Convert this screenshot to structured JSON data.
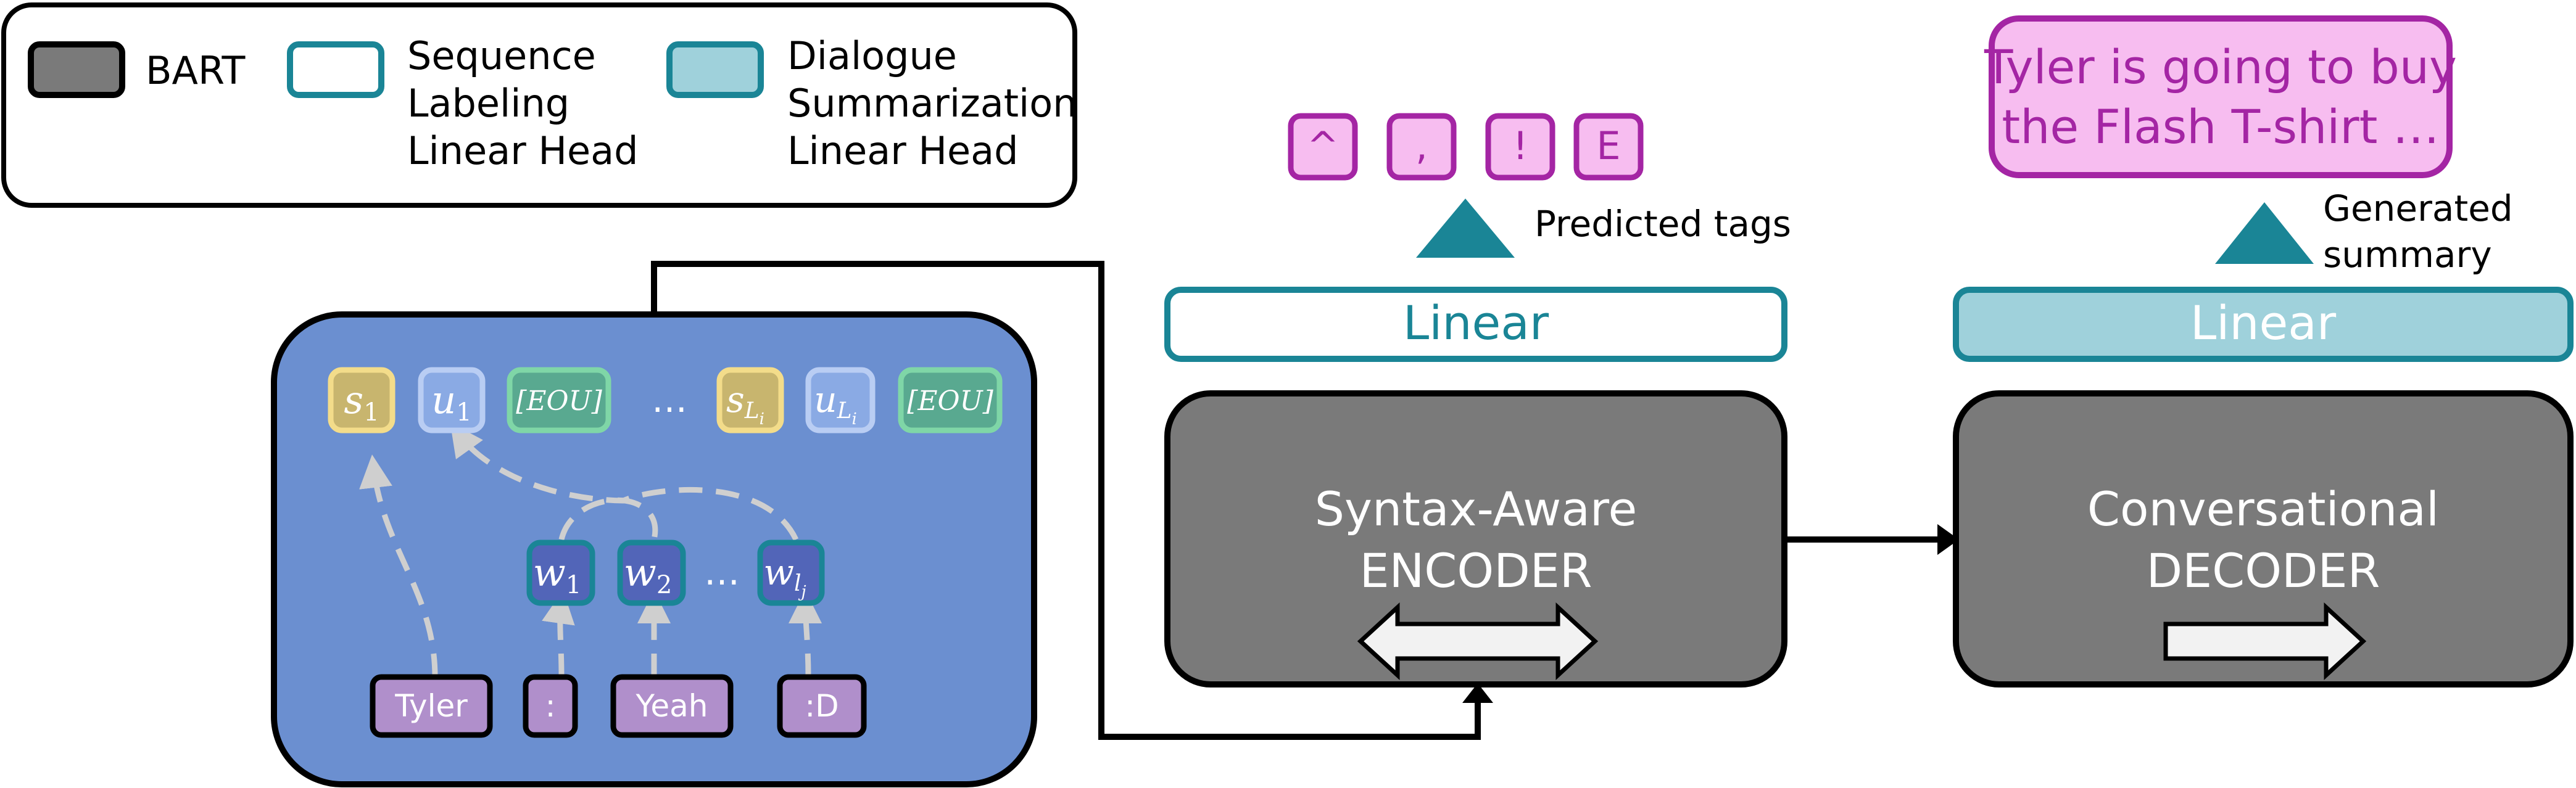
{
  "legend": {
    "bart": "BART",
    "seq_head": [
      "Sequence",
      "Labeling",
      "Linear Head"
    ],
    "sum_head": [
      "Dialogue",
      "Summarization",
      "Linear Head"
    ]
  },
  "input_panel": {
    "tokens_top": [
      {
        "id": "s1",
        "base": "s",
        "sub": "1",
        "type": "speaker"
      },
      {
        "id": "u1",
        "base": "u",
        "sub": "1",
        "type": "utterance"
      },
      {
        "id": "eou1",
        "text": "[EOU]",
        "type": "eou"
      },
      {
        "id": "sLi",
        "base": "s",
        "sub": "L",
        "subsub": "i",
        "type": "speaker"
      },
      {
        "id": "uLi",
        "base": "u",
        "sub": "L",
        "subsub": "i",
        "type": "utterance"
      },
      {
        "id": "eou2",
        "text": "[EOU]",
        "type": "eou"
      }
    ],
    "ellipsis_top": "…",
    "words": [
      {
        "base": "w",
        "sub": "1"
      },
      {
        "base": "w",
        "sub": "2"
      },
      {
        "base": "w",
        "sub": "l",
        "subsub": "j"
      }
    ],
    "ellipsis_mid": "…",
    "inputs": [
      "Tyler",
      ":",
      "Yeah",
      ":D"
    ]
  },
  "encoder": {
    "linear_label": "Linear",
    "title_lines": [
      "Syntax-Aware",
      "ENCODER"
    ],
    "predicted_tags": [
      "^",
      ",",
      "!",
      "E"
    ],
    "predicted_caption": "Predicted tags"
  },
  "decoder": {
    "linear_label": "Linear",
    "title_lines": [
      "Conversational",
      "DECODER"
    ],
    "summary_lines": [
      "Tyler is going to buy",
      "the Flash T-shirt …"
    ],
    "generated_caption": [
      "Generated",
      "summary"
    ]
  },
  "colors": {
    "bart_gray": "#7a7a7a",
    "teal": "#1a8596",
    "light_teal": "#9fd1db",
    "panel_blue": "#6b8fd0",
    "magenta": "#a425a4",
    "pink_fill": "#f7bdf0",
    "speaker_fill": "#c8b56e",
    "speaker_border": "#f3dc8a",
    "utterance_fill": "#8aaae4",
    "utterance_border": "#b9cdf3",
    "eou_fill": "#59a990",
    "eou_border": "#7fd6a7",
    "word_fill": "#5265b8",
    "word_border": "#1a8596",
    "input_fill": "#b08fcb"
  }
}
